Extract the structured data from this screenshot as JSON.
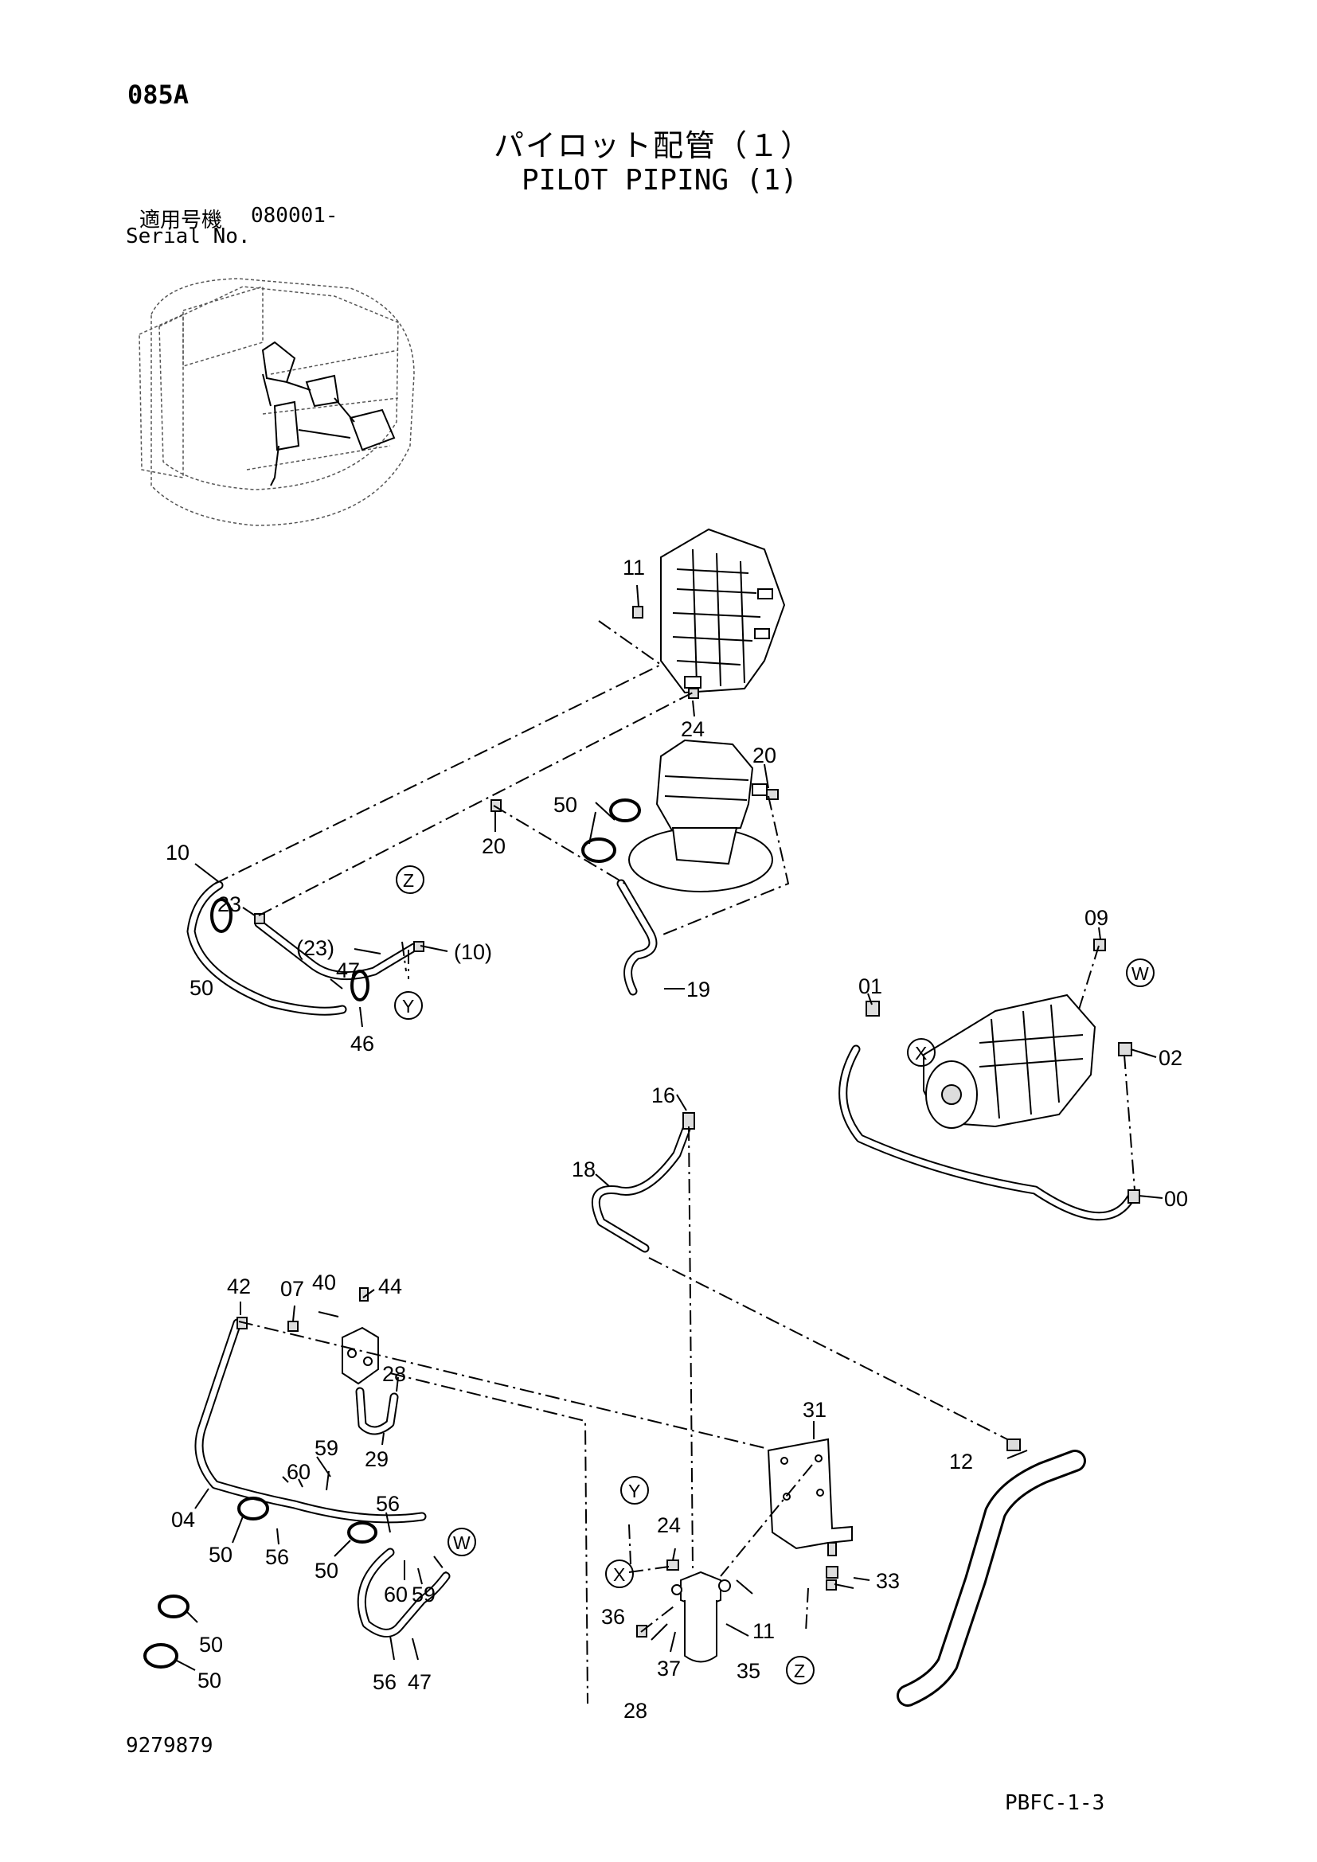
{
  "header": {
    "page_code": "085A",
    "title_jp": "パイロット配管（１）",
    "title_en": "PILOT PIPING (1)",
    "serial_label_jp": "適用号機",
    "serial_value": "080001-",
    "serial_label_en": "Serial No."
  },
  "footer": {
    "document_number": "9279879",
    "page_reference": "PBFC-1-3"
  },
  "callouts": {
    "c11a": "11",
    "c24a": "24",
    "c20a": "20",
    "c20b": "20",
    "c50a": "50",
    "c10": "10",
    "c23": "23",
    "c23p": "(23)",
    "c10p": "(10)",
    "c47a": "47",
    "c50b": "50",
    "c46": "46",
    "c19": "19",
    "c09": "09",
    "c01": "01",
    "c02": "02",
    "c00": "00",
    "c16": "16",
    "c18": "18",
    "c42": "42",
    "c07": "07",
    "c40": "40",
    "c44": "44",
    "c28a": "28",
    "c29": "29",
    "c59a": "59",
    "c60a": "60",
    "c04": "04",
    "c50c": "50",
    "c56a": "56",
    "c56b": "56",
    "c50d": "50",
    "c60b": "60",
    "c59b": "59",
    "c56c": "56",
    "c47b": "47",
    "c50e": "50",
    "c50f": "50",
    "c31": "31",
    "c24b": "24",
    "c36": "36",
    "c11b": "11",
    "c35": "35",
    "c37": "37",
    "c28b": "28",
    "c33": "33",
    "c12": "12"
  },
  "connection_marks": {
    "z1": "Z",
    "y1": "Y",
    "w1": "W",
    "x1": "X",
    "y2": "Y",
    "x2": "X",
    "z2": "Z",
    "w2": "W"
  }
}
